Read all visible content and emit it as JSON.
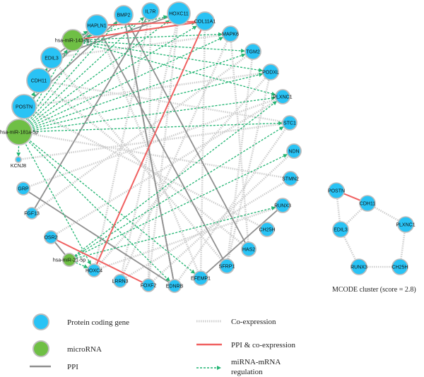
{
  "colors": {
    "protein": "#29c3f5",
    "protein_stroke": "#bdbdbd",
    "mirna": "#6fbf45",
    "ppi": "#8f8f8f",
    "coexpression": "#cfcfcf",
    "ppi_coexpression": "#f06060",
    "regulation": "#22b573"
  },
  "nodes": [
    {
      "id": "HAPLN1",
      "type": "protein",
      "label_pos": "center"
    },
    {
      "id": "BMP2",
      "type": "protein",
      "label_pos": "center"
    },
    {
      "id": "IL7R",
      "type": "protein",
      "label_pos": "center"
    },
    {
      "id": "HOXC11",
      "type": "protein",
      "label_pos": "center"
    },
    {
      "id": "COL11A1",
      "type": "protein",
      "label_pos": "center"
    },
    {
      "id": "hsa-miR-143-3p",
      "type": "mirna",
      "label_pos": "center"
    },
    {
      "id": "MAPK6",
      "type": "protein",
      "label_pos": "center"
    },
    {
      "id": "EDIL3",
      "type": "protein",
      "label_pos": "center"
    },
    {
      "id": "TGM2",
      "type": "protein",
      "label_pos": "center"
    },
    {
      "id": "PODXL",
      "type": "protein",
      "label_pos": "center"
    },
    {
      "id": "CDH11",
      "type": "protein",
      "label_pos": "center"
    },
    {
      "id": "PLXNC1",
      "type": "protein",
      "label_pos": "center"
    },
    {
      "id": "POSTN",
      "type": "protein",
      "label_pos": "center"
    },
    {
      "id": "STC1",
      "type": "protein",
      "label_pos": "center"
    },
    {
      "id": "hsa-miR-181a-5p",
      "type": "mirna",
      "label_pos": "center"
    },
    {
      "id": "NDN",
      "type": "protein",
      "label_pos": "center"
    },
    {
      "id": "KCNJ8",
      "type": "protein",
      "label_pos": "below"
    },
    {
      "id": "STMN2",
      "type": "protein",
      "label_pos": "center"
    },
    {
      "id": "GRP",
      "type": "protein",
      "label_pos": "center"
    },
    {
      "id": "RUNX3",
      "type": "protein",
      "label_pos": "center"
    },
    {
      "id": "FGF13",
      "type": "protein",
      "label_pos": "center"
    },
    {
      "id": "CH25H",
      "type": "protein",
      "label_pos": "center"
    },
    {
      "id": "OSR2",
      "type": "protein",
      "label_pos": "center"
    },
    {
      "id": "HAS2",
      "type": "protein",
      "label_pos": "center"
    },
    {
      "id": "hsa-miR-21-5p",
      "type": "mirna",
      "label_pos": "center"
    },
    {
      "id": "SFRP1",
      "type": "protein",
      "label_pos": "center"
    },
    {
      "id": "HOXC4",
      "type": "protein",
      "label_pos": "center"
    },
    {
      "id": "EFEMP1",
      "type": "protein",
      "label_pos": "center"
    },
    {
      "id": "LRRN3",
      "type": "protein",
      "label_pos": "center"
    },
    {
      "id": "FOXF2",
      "type": "protein",
      "label_pos": "center"
    },
    {
      "id": "EDNRB",
      "type": "protein",
      "label_pos": "center"
    }
  ],
  "edges": [
    {
      "source": "HAPLN1",
      "target": "COL11A1",
      "type": "ppi_coexpression"
    },
    {
      "source": "COL11A1",
      "target": "hsa-miR-143-3p",
      "type": "ppi_coexpression"
    },
    {
      "source": "COL11A1",
      "target": "HOXC4",
      "type": "ppi_coexpression"
    },
    {
      "source": "OSR2",
      "target": "FOXF2",
      "type": "ppi_coexpression"
    },
    {
      "source": "BMP2",
      "target": "POSTN",
      "type": "ppi"
    },
    {
      "source": "HAPLN1",
      "target": "CDH11",
      "type": "ppi"
    },
    {
      "source": "IL7R",
      "target": "FGF13",
      "type": "ppi"
    },
    {
      "source": "HOXC11",
      "target": "EDIL3",
      "type": "ppi"
    },
    {
      "source": "BMP2",
      "target": "HAS2",
      "type": "ppi"
    },
    {
      "source": "HAPLN1",
      "target": "SFRP1",
      "type": "ppi"
    },
    {
      "source": "GRP",
      "target": "EDNRB",
      "type": "ppi"
    },
    {
      "source": "BMP2",
      "target": "EDNRB",
      "type": "ppi"
    },
    {
      "source": "RUNX3",
      "target": "EFEMP1",
      "type": "ppi"
    },
    {
      "source": "hsa-miR-21-5p",
      "target": "OSR2",
      "type": "ppi"
    },
    {
      "source": "HAPLN1",
      "target": "EDIL3",
      "type": "ppi"
    },
    {
      "source": "IL7R",
      "target": "HOXC4",
      "type": "coexpression"
    },
    {
      "source": "HOXC11",
      "target": "FOXF2",
      "type": "coexpression"
    },
    {
      "source": "COL11A1",
      "target": "EFEMP1",
      "type": "coexpression"
    },
    {
      "source": "MAPK6",
      "target": "LRRN3",
      "type": "coexpression"
    },
    {
      "source": "TGM2",
      "target": "SFRP1",
      "type": "coexpression"
    },
    {
      "source": "PODXL",
      "target": "HOXC4",
      "type": "coexpression"
    },
    {
      "source": "PLXNC1",
      "target": "OSR2",
      "type": "coexpression"
    },
    {
      "source": "STC1",
      "target": "EDNRB",
      "type": "coexpression"
    },
    {
      "source": "NDN",
      "target": "FOXF2",
      "type": "coexpression"
    },
    {
      "source": "STMN2",
      "target": "LRRN3",
      "type": "coexpression"
    },
    {
      "source": "RUNX3",
      "target": "HOXC4",
      "type": "coexpression"
    },
    {
      "source": "CH25H",
      "target": "POSTN",
      "type": "coexpression"
    },
    {
      "source": "HAS2",
      "target": "CDH11",
      "type": "coexpression"
    },
    {
      "source": "SFRP1",
      "target": "EDIL3",
      "type": "coexpression"
    },
    {
      "source": "EFEMP1",
      "target": "HAPLN1",
      "type": "coexpression"
    },
    {
      "source": "EDNRB",
      "target": "BMP2",
      "type": "coexpression"
    },
    {
      "source": "FOXF2",
      "target": "IL7R",
      "type": "coexpression"
    },
    {
      "source": "LRRN3",
      "target": "HOXC11",
      "type": "coexpression"
    },
    {
      "source": "KCNJ8",
      "target": "STC1",
      "type": "coexpression"
    },
    {
      "source": "GRP",
      "target": "PLXNC1",
      "type": "coexpression"
    },
    {
      "source": "FGF13",
      "target": "TGM2",
      "type": "coexpression"
    },
    {
      "source": "CDH11",
      "target": "STC1",
      "type": "coexpression"
    },
    {
      "source": "POSTN",
      "target": "PODXL",
      "type": "coexpression"
    },
    {
      "source": "EDIL3",
      "target": "MAPK6",
      "type": "coexpression"
    },
    {
      "source": "hsa-miR-181a-5p",
      "target": "STMN2",
      "type": "coexpression"
    },
    {
      "source": "MAPK6",
      "target": "HAS2",
      "type": "coexpression"
    },
    {
      "source": "PODXL",
      "target": "SFRP1",
      "type": "coexpression"
    },
    {
      "source": "hsa-miR-143-3p",
      "target": "HOXC11",
      "type": "regulation"
    },
    {
      "source": "hsa-miR-143-3p",
      "target": "COL11A1",
      "type": "regulation"
    },
    {
      "source": "hsa-miR-143-3p",
      "target": "TGM2",
      "type": "regulation"
    },
    {
      "source": "hsa-miR-143-3p",
      "target": "PODXL",
      "type": "regulation"
    },
    {
      "source": "hsa-miR-143-3p",
      "target": "PLXNC1",
      "type": "regulation"
    },
    {
      "source": "hsa-miR-143-3p",
      "target": "MAPK6",
      "type": "regulation"
    },
    {
      "source": "hsa-miR-143-3p",
      "target": "HAPLN1",
      "type": "regulation"
    },
    {
      "source": "hsa-miR-181a-5p",
      "target": "HAPLN1",
      "type": "regulation"
    },
    {
      "source": "hsa-miR-181a-5p",
      "target": "BMP2",
      "type": "regulation"
    },
    {
      "source": "hsa-miR-181a-5p",
      "target": "IL7R",
      "type": "regulation"
    },
    {
      "source": "hsa-miR-181a-5p",
      "target": "HOXC11",
      "type": "regulation"
    },
    {
      "source": "hsa-miR-181a-5p",
      "target": "COL11A1",
      "type": "regulation"
    },
    {
      "source": "hsa-miR-181a-5p",
      "target": "MAPK6",
      "type": "regulation"
    },
    {
      "source": "hsa-miR-181a-5p",
      "target": "TGM2",
      "type": "regulation"
    },
    {
      "source": "hsa-miR-181a-5p",
      "target": "PODXL",
      "type": "regulation"
    },
    {
      "source": "hsa-miR-181a-5p",
      "target": "PLXNC1",
      "type": "regulation"
    },
    {
      "source": "hsa-miR-181a-5p",
      "target": "STC1",
      "type": "regulation"
    },
    {
      "source": "hsa-miR-181a-5p",
      "target": "EFEMP1",
      "type": "regulation"
    },
    {
      "source": "hsa-miR-181a-5p",
      "target": "EDNRB",
      "type": "regulation"
    },
    {
      "source": "hsa-miR-181a-5p",
      "target": "HOXC4",
      "type": "regulation"
    },
    {
      "source": "hsa-miR-181a-5p",
      "target": "EDIL3",
      "type": "regulation"
    },
    {
      "source": "hsa-miR-181a-5p",
      "target": "CDH11",
      "type": "regulation"
    },
    {
      "source": "hsa-miR-181a-5p",
      "target": "POSTN",
      "type": "regulation"
    },
    {
      "source": "hsa-miR-181a-5p",
      "target": "KCNJ8",
      "type": "regulation"
    },
    {
      "source": "hsa-miR-181a-5p",
      "target": "hsa-miR-143-3p",
      "type": "regulation"
    },
    {
      "source": "hsa-miR-21-5p",
      "target": "NDN",
      "type": "regulation"
    },
    {
      "source": "hsa-miR-21-5p",
      "target": "STC1",
      "type": "regulation"
    },
    {
      "source": "hsa-miR-21-5p",
      "target": "PLXNC1",
      "type": "regulation"
    },
    {
      "source": "hsa-miR-21-5p",
      "target": "RUNX3",
      "type": "regulation"
    },
    {
      "source": "hsa-miR-21-5p",
      "target": "HOXC4",
      "type": "regulation"
    }
  ],
  "cluster": {
    "caption": "MCODE cluster (score = 2.8)",
    "nodes": [
      "POSTN",
      "CDH11",
      "EDIL3",
      "PLXNC1",
      "RUNX3",
      "CH25H"
    ],
    "edges": [
      {
        "source": "POSTN",
        "target": "CDH11",
        "type": "ppi_coexpression"
      },
      {
        "source": "POSTN",
        "target": "EDIL3",
        "type": "coexpression"
      },
      {
        "source": "CDH11",
        "target": "EDIL3",
        "type": "coexpression"
      },
      {
        "source": "CDH11",
        "target": "PLXNC1",
        "type": "coexpression"
      },
      {
        "source": "EDIL3",
        "target": "RUNX3",
        "type": "coexpression"
      },
      {
        "source": "RUNX3",
        "target": "CH25H",
        "type": "coexpression"
      },
      {
        "source": "PLXNC1",
        "target": "CH25H",
        "type": "coexpression"
      }
    ]
  },
  "legend": {
    "protein": "Protein coding gene",
    "mirna": "microRNA",
    "ppi": "PPI",
    "coexpression": "Co-expression",
    "ppi_coexpression": "PPI & co-expression",
    "regulation_line1": "miRNA-mRNA",
    "regulation_line2": "regulation"
  }
}
